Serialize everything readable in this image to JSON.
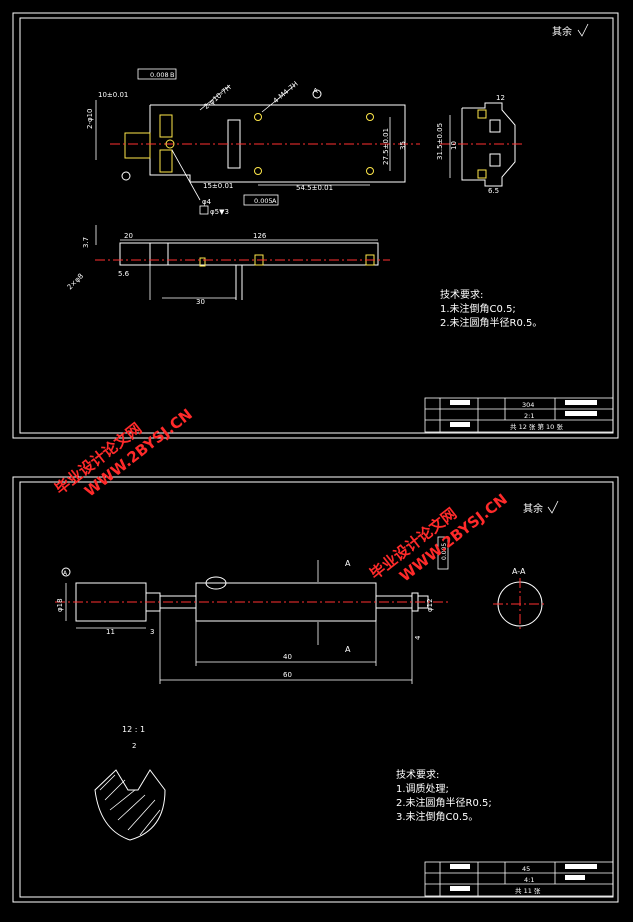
{
  "sheet1": {
    "roughness_note": "其余",
    "dims": {
      "d1": "10±0.01",
      "d2": "2-φ10",
      "d3": "2-φ10-7H",
      "d4": "4-M4-7H",
      "d5": "27.5±0.01",
      "d6": "35",
      "d7": "15±0.01",
      "d8": "54.5±0.01",
      "d9": "φ4",
      "d10": "φ5▼3",
      "d11": "0.008",
      "d12": "0.005",
      "d13": "B",
      "d14": "A",
      "d15": "A",
      "d16": "12",
      "d17": "31.5±0.05",
      "d18": "10",
      "d19": "6.5",
      "d20": "20",
      "d21": "126",
      "d22": "2×φ8",
      "d23": "5.6",
      "d24": "30",
      "d25": "3.7"
    },
    "tech_req": {
      "title": "技术要求:",
      "items": [
        "1.未注倒角C0.5;",
        "2.未注圆角半径R0.5。"
      ]
    },
    "title_block": {
      "row1": "304",
      "row2": "2:1",
      "row3": "共 12 张  第 10 张"
    }
  },
  "sheet2": {
    "roughness_note": "其余",
    "dims": {
      "d1": "A",
      "d2": "A",
      "d3": "A-A",
      "d4": "φ18",
      "d5": "11",
      "d6": "3",
      "d7": "φ12",
      "d8": "40",
      "d9": "60",
      "d10": "4",
      "d11": "0.005",
      "d12": "A"
    },
    "detail_scale": "12 : 1",
    "detail_dim": "2",
    "tech_req": {
      "title": "技术要求:",
      "items": [
        "1.调质处理;",
        "2.未注圆角半径R0.5;",
        "3.未注倒角C0.5。"
      ]
    },
    "title_block": {
      "row1": "45",
      "row2": "4:1",
      "row3": "共 11 张"
    }
  },
  "watermark": {
    "cn": "毕业设计论文网",
    "url": "WWW.2BYSJ.CN"
  }
}
